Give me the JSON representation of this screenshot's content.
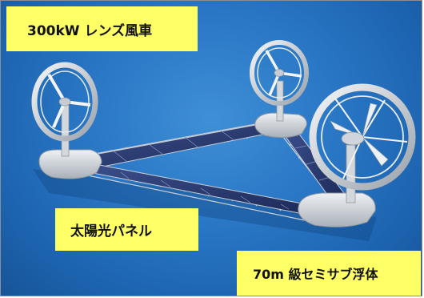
{
  "labels": {
    "wind_turbine": "300kW レンズ風車",
    "solar_panel": "太陽光パネル",
    "floating_body": "70m 級セミサブ浮体"
  },
  "colors": {
    "label_background": "#ffff66",
    "sea": "#2a78c6",
    "structure": "#d9dde2",
    "solar_panel": "#26386e"
  }
}
